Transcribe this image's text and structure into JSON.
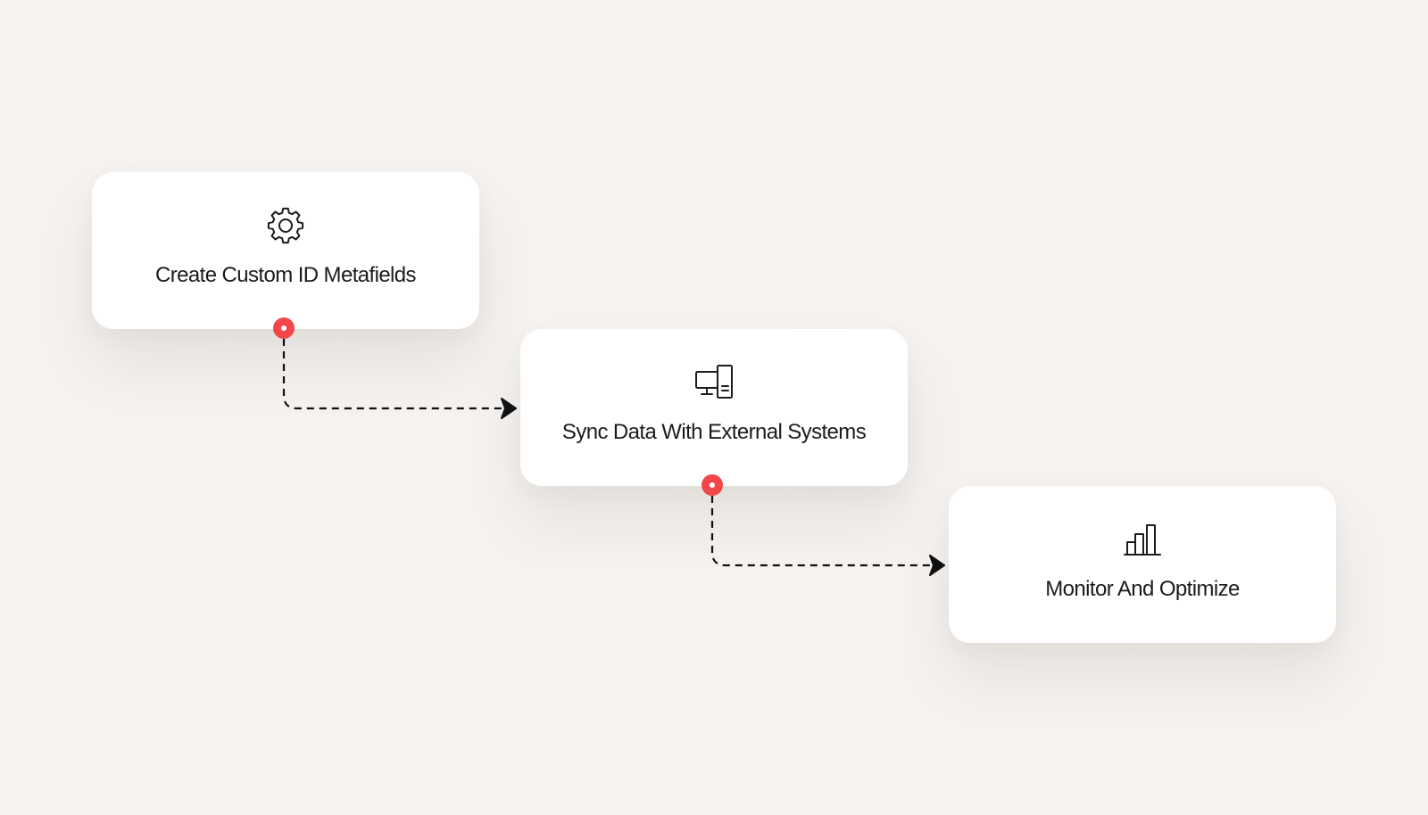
{
  "diagram": {
    "steps": [
      {
        "label": "Create Custom ID Metafields",
        "icon": "gear-icon"
      },
      {
        "label": "Sync Data With External Systems",
        "icon": "desktop-computer-icon"
      },
      {
        "label": "Monitor And Optimize",
        "icon": "bar-chart-icon"
      }
    ],
    "connectors": [
      {
        "from": "Create Custom ID Metafields",
        "to": "Sync Data With External Systems"
      },
      {
        "from": "Sync Data With External Systems",
        "to": "Monitor And Optimize"
      }
    ]
  },
  "colors": {
    "background": "#f5f2ef",
    "card": "#ffffff",
    "text": "#1c1c1c",
    "connector_dot": "#f2474a",
    "connector_line": "#111111"
  }
}
